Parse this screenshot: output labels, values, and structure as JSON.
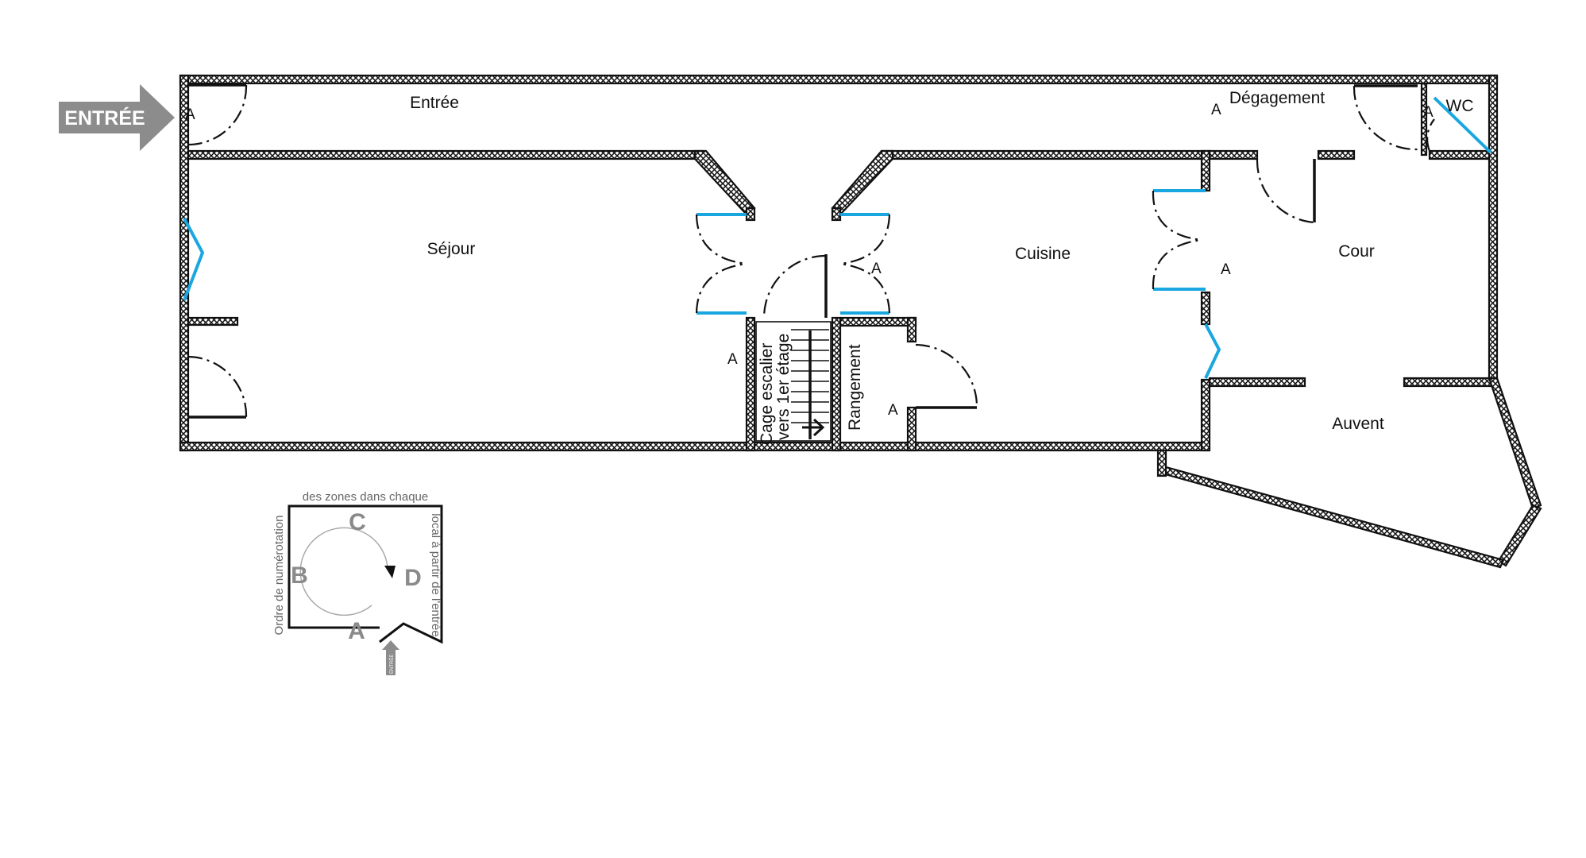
{
  "entry_arrow": {
    "label": "ENTRÉE",
    "color": "#8c8c8c"
  },
  "rooms": {
    "entree": "Entrée",
    "sejour": "Séjour",
    "cuisine": "Cuisine",
    "degagement": "Dégagement",
    "wc": "WC",
    "cour": "Cour",
    "auvent": "Auvent",
    "rangement": "Rangement",
    "cage_line1": "Cage escalier",
    "cage_line2": "vers 1er étage"
  },
  "zone_marks": {
    "a": "A"
  },
  "legend": {
    "top": "des zones dans chaque",
    "left": "Ordre de numérotation",
    "right": "local à partir de l'entrée",
    "letters": [
      "A",
      "B",
      "C",
      "D"
    ],
    "entry_small": "ENTRÉE"
  },
  "colors": {
    "wall_stroke": "#111111",
    "window": "#1aa7e0",
    "legend_grey": "#8a8a8a"
  }
}
